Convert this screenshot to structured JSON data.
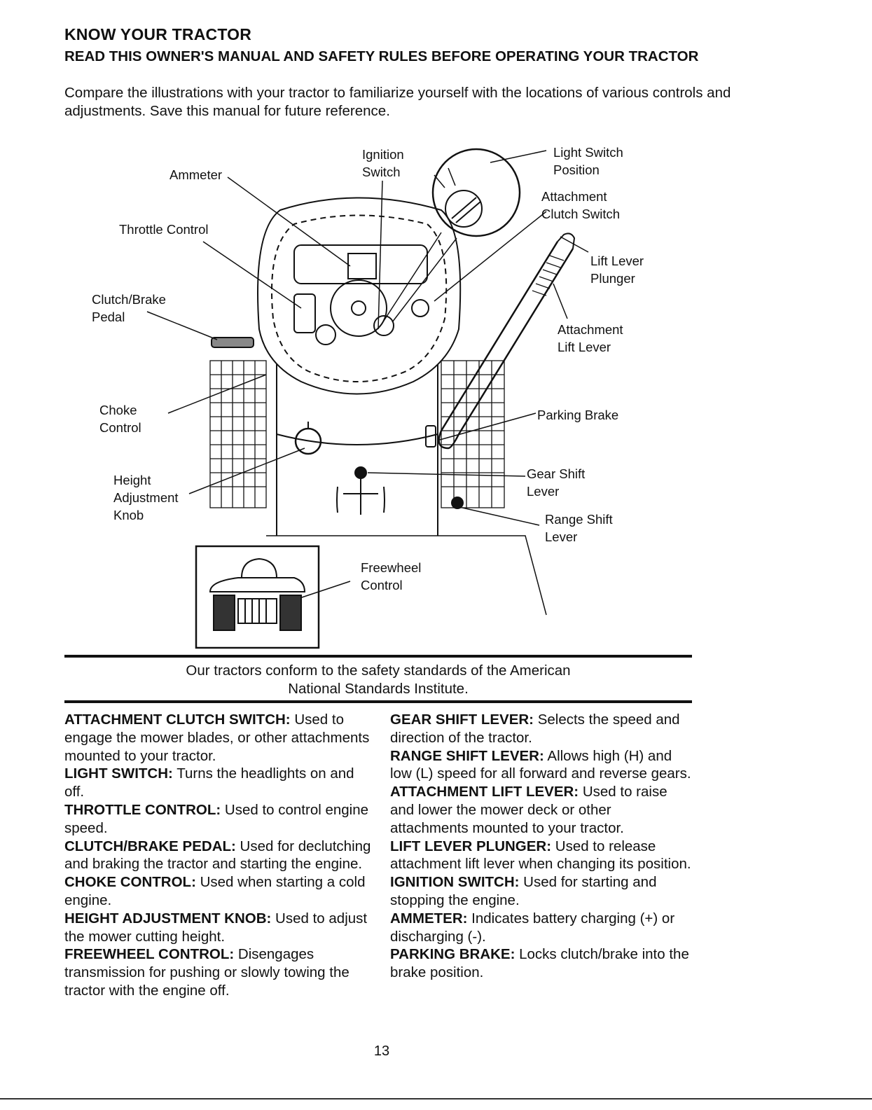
{
  "header": {
    "title": "KNOW YOUR TRACTOR",
    "subtitle": "READ THIS OWNER'S MANUAL AND SAFETY RULES BEFORE OPERATING YOUR TRACTOR",
    "intro": "Compare the illustrations with your tractor to familiarize yourself with the locations of various controls and adjustments. Save this manual for future reference."
  },
  "diagram": {
    "labels": {
      "ammeter": "Ammeter",
      "ignition_switch": "Ignition\nSwitch",
      "light_switch": "Light Switch\nPosition",
      "attachment_clutch": "Attachment\nClutch Switch",
      "throttle": "Throttle Control",
      "lift_plunger": "Lift Lever\nPlunger",
      "clutch_brake": "Clutch/Brake\nPedal",
      "attachment_lift": "Attachment\nLift Lever",
      "choke": "Choke\nControl",
      "parking_brake": "Parking Brake",
      "height_knob": "Height\nAdjustment\nKnob",
      "gear_shift": "Gear Shift\nLever",
      "range_shift": "Range Shift\nLever",
      "freewheel": "Freewheel\nControl"
    }
  },
  "notice": {
    "line1": "Our tractors conform to the safety standards of the American",
    "line2": "National Standards Institute."
  },
  "left_column": [
    {
      "term": "ATTACHMENT CLUTCH SWITCH:",
      "text": " Used to engage the mower blades, or other attachments mounted to your tractor."
    },
    {
      "term": "LIGHT SWITCH:",
      "text": " Turns the headlights on and off."
    },
    {
      "term": "THROTTLE CONTROL:",
      "text": " Used to control engine speed."
    },
    {
      "term": "CLUTCH/BRAKE PEDAL:",
      "text": " Used for declutching and braking the tractor and starting the engine."
    },
    {
      "term": "CHOKE CONTROL:",
      "text": " Used when starting a cold engine."
    },
    {
      "term": "HEIGHT ADJUSTMENT KNOB:",
      "text": " Used to adjust the mower cutting height."
    },
    {
      "term": "FREEWHEEL CONTROL:",
      "text": " Disengages transmission for pushing or slowly towing the tractor with the engine off."
    }
  ],
  "right_column": [
    {
      "term": "GEAR SHIFT LEVER:",
      "text": " Selects the speed and direction of the tractor."
    },
    {
      "term": "RANGE SHIFT LEVER:",
      "text": " Allows high (H) and low (L) speed for all forward and reverse gears."
    },
    {
      "term": "ATTACHMENT LIFT LEVER:",
      "text": " Used to raise and lower the mower deck or other attachments mounted to your tractor."
    },
    {
      "term": "LIFT LEVER PLUNGER:",
      "text": " Used to release attachment lift lever when changing its position."
    },
    {
      "term": "IGNITION SWITCH:",
      "text": " Used for starting and stopping the engine."
    },
    {
      "term": "AMMETER:",
      "text": " Indicates battery charging (+) or discharging (-)."
    },
    {
      "term": "PARKING BRAKE:",
      "text": " Locks clutch/brake into the brake position."
    }
  ],
  "page_number": "13"
}
